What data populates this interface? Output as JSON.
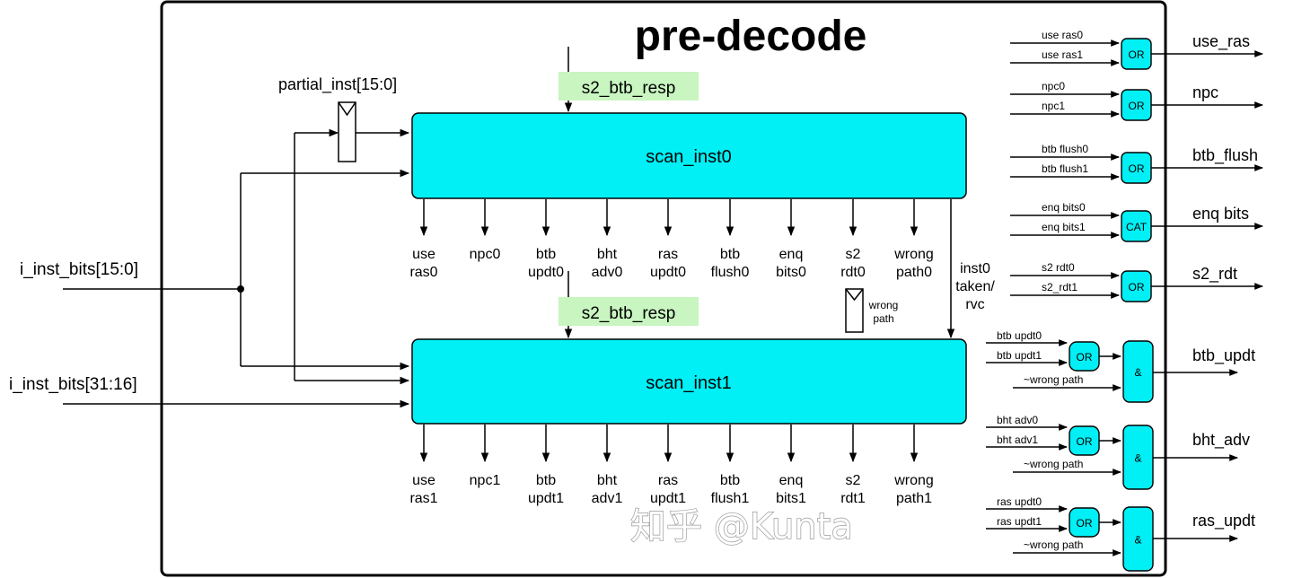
{
  "title": "pre-decode",
  "inputs": {
    "low": "i_inst_bits[15:0]",
    "high": "i_inst_bits[31:16]",
    "partial": "partial_inst[15:0]"
  },
  "resp_labels": [
    "s2_btb_resp",
    "s2_btb_resp"
  ],
  "scan_blocks": [
    "scan_inst0",
    "scan_inst1"
  ],
  "outputs0": [
    [
      "use",
      "ras0"
    ],
    [
      "npc0"
    ],
    [
      "btb",
      "updt0"
    ],
    [
      "bht",
      "adv0"
    ],
    [
      "ras",
      "updt0"
    ],
    [
      "btb",
      "flush0"
    ],
    [
      "enq",
      "bits0"
    ],
    [
      "s2",
      "rdt0"
    ],
    [
      "wrong",
      "path0"
    ]
  ],
  "outputs1": [
    [
      "use",
      "ras1"
    ],
    [
      "npc1"
    ],
    [
      "btb",
      "updt1"
    ],
    [
      "bht",
      "adv1"
    ],
    [
      "ras",
      "updt1"
    ],
    [
      "btb",
      "flush1"
    ],
    [
      "enq",
      "bits1"
    ],
    [
      "s2",
      "rdt1"
    ],
    [
      "wrong",
      "path1"
    ]
  ],
  "taken_label": [
    "inst0",
    "taken/",
    "rvc"
  ],
  "wrong_path_reg": [
    "wrong",
    "path"
  ],
  "simple_gates": [
    {
      "in": [
        "use ras0",
        "use ras1"
      ],
      "op": "OR",
      "out": "use_ras"
    },
    {
      "in": [
        "npc0",
        "npc1"
      ],
      "op": "OR",
      "out": "npc"
    },
    {
      "in": [
        "btb flush0",
        "btb flush1"
      ],
      "op": "OR",
      "out": "btb_flush"
    },
    {
      "in": [
        "enq bits0",
        "enq bits1"
      ],
      "op": "CAT",
      "out": "enq bits"
    },
    {
      "in": [
        "s2 rdt0",
        "s2_rdt1"
      ],
      "op": "OR",
      "out": "s2_rdt"
    }
  ],
  "and_gates": [
    {
      "in": [
        "btb updt0",
        "btb updt1"
      ],
      "op": "OR",
      "mask": "~wrong path",
      "and_op": "&",
      "out": "btb_updt"
    },
    {
      "in": [
        "bht adv0",
        "bht adv1"
      ],
      "op": "OR",
      "mask": "~wrong path",
      "and_op": "&",
      "out": "bht_adv"
    },
    {
      "in": [
        "ras updt0",
        "ras updt1"
      ],
      "op": "OR",
      "mask": "~wrong path",
      "and_op": "&",
      "out": "ras_updt"
    }
  ],
  "watermark": "知乎 @Kunta",
  "colors": {
    "block": "#00f0f5",
    "resp": "#c8f5c0",
    "stroke": "#000000"
  }
}
